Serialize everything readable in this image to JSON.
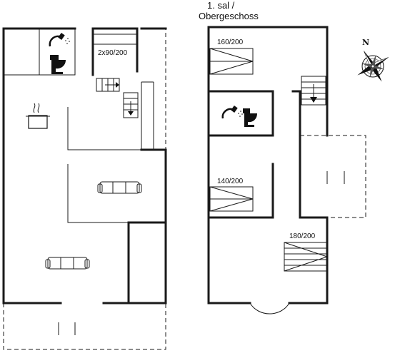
{
  "upper_floor": {
    "title_line1": "1. sal /",
    "title_line2": "Obergeschoss"
  },
  "bed_labels": {
    "ground_bed": "2x90/200",
    "upper_bed_top": "160/200",
    "upper_bed_mid": "140/200",
    "upper_bed_bottom": "180/200"
  },
  "compass": {
    "north_letter": "N"
  }
}
